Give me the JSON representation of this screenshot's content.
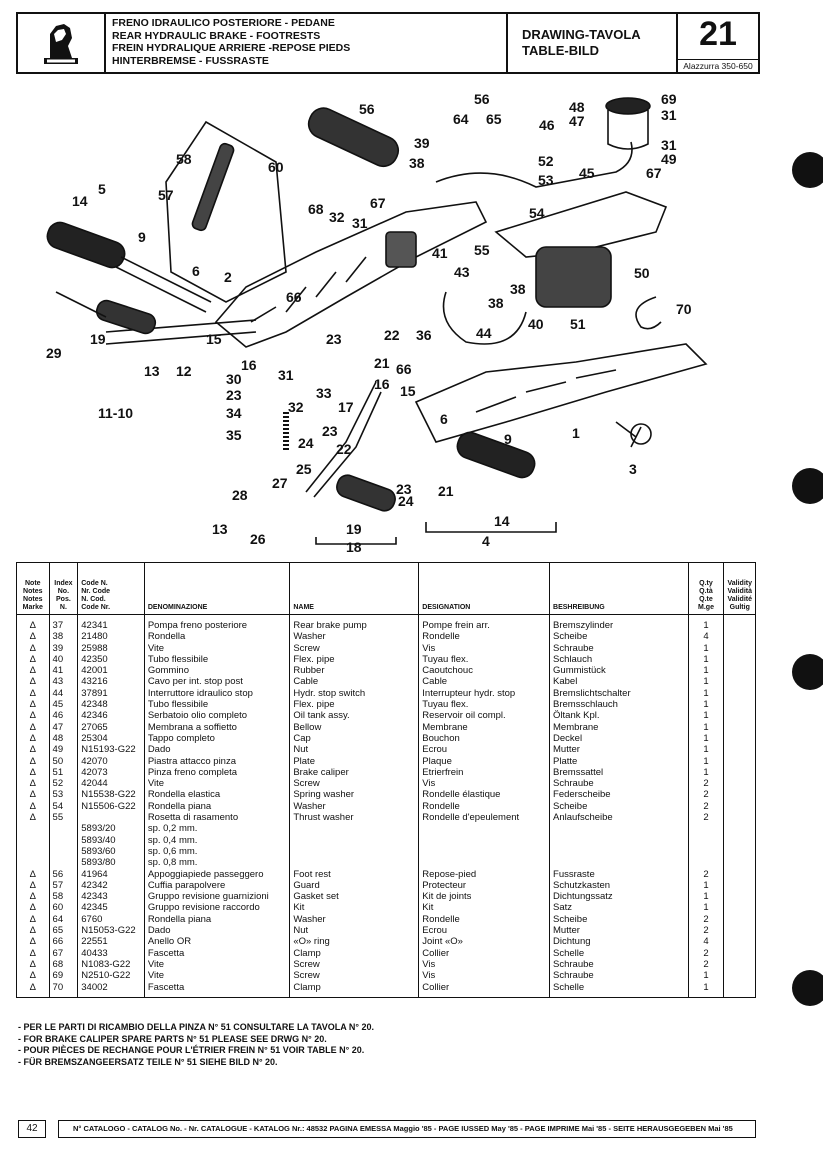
{
  "header": {
    "titles": [
      "FRENO IDRAULICO POSTERIORE - PEDANE",
      "REAR HYDRAULIC BRAKE - FOOTRESTS",
      "FREIN HYDRALIQUE ARRIERE -REPOSE PIEDS",
      "HINTERBREMSE - FUSSRASTE"
    ],
    "drawing_label_1": "DRAWING-TAVOLA",
    "drawing_label_2": "TABLE-BILD",
    "table_number": "21",
    "model": "Alazzurra 350-650"
  },
  "callouts": [
    "56",
    "56",
    "64",
    "65",
    "48",
    "47",
    "46",
    "69",
    "31",
    "31",
    "49",
    "67",
    "39",
    "38",
    "58",
    "60",
    "52",
    "53",
    "45",
    "54",
    "5",
    "14",
    "57",
    "68",
    "32",
    "31",
    "67",
    "9",
    "6",
    "2",
    "41",
    "55",
    "43",
    "38",
    "38",
    "50",
    "70",
    "66",
    "44",
    "40",
    "51",
    "36",
    "23",
    "22",
    "29",
    "19",
    "15",
    "16",
    "13",
    "12",
    "30",
    "31",
    "21",
    "66",
    "11-10",
    "23",
    "33",
    "16",
    "15",
    "34",
    "32",
    "17",
    "35",
    "24",
    "6",
    "9",
    "1",
    "3",
    "22",
    "23",
    "25",
    "27",
    "28",
    "21",
    "23",
    "24",
    "14",
    "13",
    "26",
    "19",
    "18",
    "4"
  ],
  "table": {
    "headers": {
      "note": [
        "Note",
        "Notes",
        "Notes",
        "Marke"
      ],
      "index": [
        "Index",
        "No.",
        "Pos.",
        "N."
      ],
      "code": [
        "Code N.",
        "Nr. Code",
        "N. Cod.",
        "Code Nr."
      ],
      "denom": "DENOMINAZIONE",
      "name": "NAME",
      "designation": "DESIGNATION",
      "beschreibung": "BESHREIBUNG",
      "qty": [
        "Q.ty",
        "Q.tà",
        "Q.te",
        "M.ge"
      ],
      "validity": [
        "Validity",
        "Validità",
        "Validité",
        "Gultig"
      ]
    },
    "rows": [
      {
        "mark": "Δ",
        "idx": "37",
        "code": "42341",
        "it": "Pompa freno posteriore",
        "en": "Rear brake pump",
        "fr": "Pompe frein arr.",
        "de": "Bremszylinder",
        "qty": "1"
      },
      {
        "mark": "Δ",
        "idx": "38",
        "code": "21480",
        "it": "Rondella",
        "en": "Washer",
        "fr": "Rondelle",
        "de": "Scheibe",
        "qty": "4"
      },
      {
        "mark": "Δ",
        "idx": "39",
        "code": "25988",
        "it": "Vite",
        "en": "Screw",
        "fr": "Vis",
        "de": "Schraube",
        "qty": "1"
      },
      {
        "mark": "Δ",
        "idx": "40",
        "code": "42350",
        "it": "Tubo flessibile",
        "en": "Flex. pipe",
        "fr": "Tuyau flex.",
        "de": "Schlauch",
        "qty": "1"
      },
      {
        "mark": "Δ",
        "idx": "41",
        "code": "42001",
        "it": "Gommino",
        "en": "Rubber",
        "fr": "Caoutchouc",
        "de": "Gummistück",
        "qty": "1"
      },
      {
        "mark": "Δ",
        "idx": "43",
        "code": "43216",
        "it": "Cavo per int. stop post",
        "en": "Cable",
        "fr": "Cable",
        "de": "Kabel",
        "qty": "1"
      },
      {
        "mark": "Δ",
        "idx": "44",
        "code": "37891",
        "it": "Interruttore idraulico stop",
        "en": "Hydr. stop switch",
        "fr": "Interrupteur hydr. stop",
        "de": "Bremslichtschalter",
        "qty": "1"
      },
      {
        "mark": "Δ",
        "idx": "45",
        "code": "42348",
        "it": "Tubo flessibile",
        "en": "Flex. pipe",
        "fr": "Tuyau flex.",
        "de": "Bremsschlauch",
        "qty": "1"
      },
      {
        "mark": "Δ",
        "idx": "46",
        "code": "42346",
        "it": "Serbatoio olio completo",
        "en": "Oil tank assy.",
        "fr": "Reservoir oil compl.",
        "de": "Öltank Kpl.",
        "qty": "1"
      },
      {
        "mark": "Δ",
        "idx": "47",
        "code": "27065",
        "it": "Membrana a soffietto",
        "en": "Bellow",
        "fr": "Membrane",
        "de": "Membrane",
        "qty": "1"
      },
      {
        "mark": "Δ",
        "idx": "48",
        "code": "25304",
        "it": "Tappo completo",
        "en": "Cap",
        "fr": "Bouchon",
        "de": "Deckel",
        "qty": "1"
      },
      {
        "mark": "Δ",
        "idx": "49",
        "code": "N15193-G22",
        "it": "Dado",
        "en": "Nut",
        "fr": "Ecrou",
        "de": "Mutter",
        "qty": "1"
      },
      {
        "mark": "Δ",
        "idx": "50",
        "code": "42070",
        "it": "Piastra attacco pinza",
        "en": "Plate",
        "fr": "Plaque",
        "de": "Platte",
        "qty": "1"
      },
      {
        "mark": "Δ",
        "idx": "51",
        "code": "42073",
        "it": "Pinza freno completa",
        "en": "Brake caliper",
        "fr": "Etrierfrein",
        "de": "Bremssattel",
        "qty": "1"
      },
      {
        "mark": "Δ",
        "idx": "52",
        "code": "42044",
        "it": "Vite",
        "en": "Screw",
        "fr": "Vis",
        "de": "Schraube",
        "qty": "2"
      },
      {
        "mark": "Δ",
        "idx": "53",
        "code": "N15538-G22",
        "it": "Rondella elastica",
        "en": "Spring washer",
        "fr": "Rondelle élastique",
        "de": "Federscheibe",
        "qty": "2"
      },
      {
        "mark": "Δ",
        "idx": "54",
        "code": "N15506-G22",
        "it": "Rondella piana",
        "en": "Washer",
        "fr": "Rondelle",
        "de": "Scheibe",
        "qty": "2"
      },
      {
        "mark": "Δ",
        "idx": "55",
        "code": "",
        "it": "Rosetta di rasamento",
        "en": "Thrust washer",
        "fr": "Rondelle d'epeulement",
        "de": "Anlaufscheibe",
        "qty": "2"
      },
      {
        "mark": "",
        "idx": "",
        "code": "5893/20",
        "it": "sp. 0,2 mm.",
        "en": "",
        "fr": "",
        "de": "",
        "qty": ""
      },
      {
        "mark": "",
        "idx": "",
        "code": "5893/40",
        "it": "sp. 0,4 mm.",
        "en": "",
        "fr": "",
        "de": "",
        "qty": ""
      },
      {
        "mark": "",
        "idx": "",
        "code": "5893/60",
        "it": "sp. 0,6 mm.",
        "en": "",
        "fr": "",
        "de": "",
        "qty": ""
      },
      {
        "mark": "",
        "idx": "",
        "code": "5893/80",
        "it": "sp. 0,8 mm.",
        "en": "",
        "fr": "",
        "de": "",
        "qty": ""
      },
      {
        "mark": "Δ",
        "idx": "56",
        "code": "41964",
        "it": "Appoggiapiede passeggero",
        "en": "Foot rest",
        "fr": "Repose-pied",
        "de": "Fussraste",
        "qty": "2"
      },
      {
        "mark": "Δ",
        "idx": "57",
        "code": "42342",
        "it": "Cuffia parapolvere",
        "en": "Guard",
        "fr": "Protecteur",
        "de": "Schutzkasten",
        "qty": "1"
      },
      {
        "mark": "Δ",
        "idx": "58",
        "code": "42343",
        "it": "Gruppo revisione guarnizioni",
        "en": "Gasket set",
        "fr": "Kit de joints",
        "de": "Dichtungssatz",
        "qty": "1"
      },
      {
        "mark": "Δ",
        "idx": "60",
        "code": "42345",
        "it": "Gruppo revisione raccordo",
        "en": "Kit",
        "fr": "Kit",
        "de": "Satz",
        "qty": "1"
      },
      {
        "mark": "Δ",
        "idx": "64",
        "code": "6760",
        "it": "Rondella piana",
        "en": "Washer",
        "fr": "Rondelle",
        "de": "Scheibe",
        "qty": "2"
      },
      {
        "mark": "Δ",
        "idx": "65",
        "code": "N15053-G22",
        "it": "Dado",
        "en": "Nut",
        "fr": "Ecrou",
        "de": "Mutter",
        "qty": "2"
      },
      {
        "mark": "Δ",
        "idx": "66",
        "code": "22551",
        "it": "Anello OR",
        "en": "«O» ring",
        "fr": "Joint «O»",
        "de": "Dichtung",
        "qty": "4"
      },
      {
        "mark": "Δ",
        "idx": "67",
        "code": "40433",
        "it": "Fascetta",
        "en": "Clamp",
        "fr": "Collier",
        "de": "Schelle",
        "qty": "2"
      },
      {
        "mark": "Δ",
        "idx": "68",
        "code": "N1083-G22",
        "it": "Vite",
        "en": "Screw",
        "fr": "Vis",
        "de": "Schraube",
        "qty": "2"
      },
      {
        "mark": "Δ",
        "idx": "69",
        "code": "N2510-G22",
        "it": "Vite",
        "en": "Screw",
        "fr": "Vis",
        "de": "Schraube",
        "qty": "1"
      },
      {
        "mark": "Δ",
        "idx": "70",
        "code": "34002",
        "it": "Fascetta",
        "en": "Clamp",
        "fr": "Collier",
        "de": "Schelle",
        "qty": "1"
      }
    ]
  },
  "notes": [
    "- PER LE PARTI DI RICAMBIO DELLA PINZA N° 51 CONSULTARE LA TAVOLA N° 20.",
    "- FOR BRAKE CALIPER SPARE PARTS N° 51 PLEASE SEE DRWG N° 20.",
    "- POUR PIÈCES DE RECHANGE POUR L'ÉTRIER FREIN N° 51 VOIR TABLE N° 20.",
    "- FÜR BREMSZANGEERSATZ TEILE N° 51 SIEHE BILD N° 20."
  ],
  "footer": {
    "page": "42",
    "catalog": "N° CATALOGO - CATALOG No. - Nr. CATALOGUE - KATALOG Nr.: 48532 PAGINA EMESSA Maggio '85 - PAGE IUSSED May '85 - PAGE IMPRIME Mai '85 - SEITE HERAUSGEGEBEN Mai '85"
  }
}
